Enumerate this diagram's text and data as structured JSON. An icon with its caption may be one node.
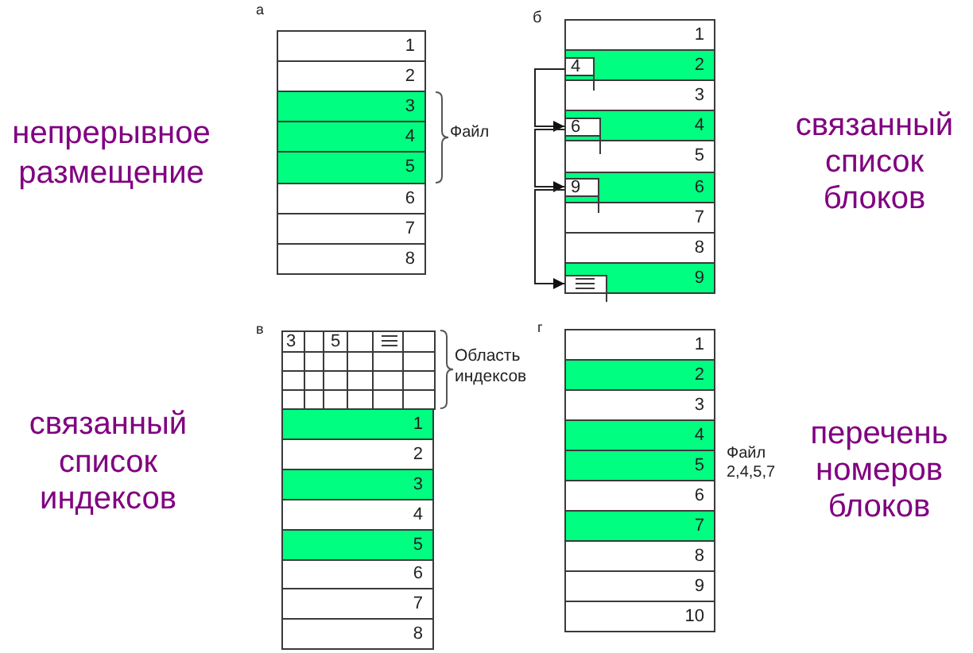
{
  "diagram": {
    "nodes": [
      {
        "text": [
          "1"
        ]
      },
      {
        "text": [
          "2"
        ]
      },
      {
        "text": [
          "3"
        ]
      },
      {
        "text": [
          "4"
        ]
      },
      {
        "text": [
          "5"
        ]
      },
      {
        "text": [
          "6"
        ]
      },
      {
        "text": [
          "7"
        ]
      },
      {
        "text": [
          "8"
        ]
      },
      {
        "text": [
          "1"
        ]
      },
      {
        "text": [
          "2"
        ]
      },
      {
        "text": [
          "4"
        ],
        "in": 9
      },
      {
        "text": [
          "3"
        ]
      },
      {
        "text": [
          "4"
        ]
      },
      {
        "text": [
          "6"
        ],
        "in": 12
      },
      {
        "text": [
          "5"
        ]
      },
      {
        "text": [
          "6"
        ]
      },
      {
        "text": [
          "9"
        ],
        "in": 15
      },
      {
        "text": [
          "7"
        ]
      },
      {
        "text": [
          "8"
        ]
      },
      {
        "text": [
          "9"
        ]
      },
      {
        "text": [],
        "shape": "box",
        "in": 19
      },
      {
        "text": [
          "1"
        ]
      },
      {
        "text": [
          "2"
        ]
      },
      {
        "text": [
          "3"
        ]
      },
      {
        "text": [
          "4"
        ]
      },
      {
        "text": [
          "5"
        ]
      },
      {
        "text": [
          "6"
        ]
      },
      {
        "text": [
          "7"
        ]
      },
      {
        "text": [
          "8"
        ]
      },
      {
        "text": [
          "1"
        ]
      },
      {
        "text": [
          "2"
        ]
      },
      {
        "text": [
          "3"
        ]
      },
      {
        "text": [
          "4"
        ]
      },
      {
        "text": [
          "5"
        ]
      },
      {
        "text": [
          "6"
        ]
      },
      {
        "text": [
          "7"
        ]
      },
      {
        "text": [
          "8"
        ]
      },
      {
        "text": [
          "9"
        ]
      },
      {
        "text": [
          "10"
        ]
      }
    ],
    "edges": [
      {
        "from": 10,
        "to": 13,
        "arrow": "to"
      },
      {
        "from": 13,
        "to": 16,
        "arrow": "to"
      },
      {
        "from": 16,
        "to": 20,
        "arrow": "to"
      }
    ],
    "labels": [
      "а",
      "б",
      "непрерывное размещение",
      "Файл",
      "связанный список блоков",
      "в",
      "г",
      "3",
      "5",
      "Область индексов",
      "связанный список индексов",
      "Файл 2,4,5,7",
      "перечень номеров блоков"
    ]
  }
}
